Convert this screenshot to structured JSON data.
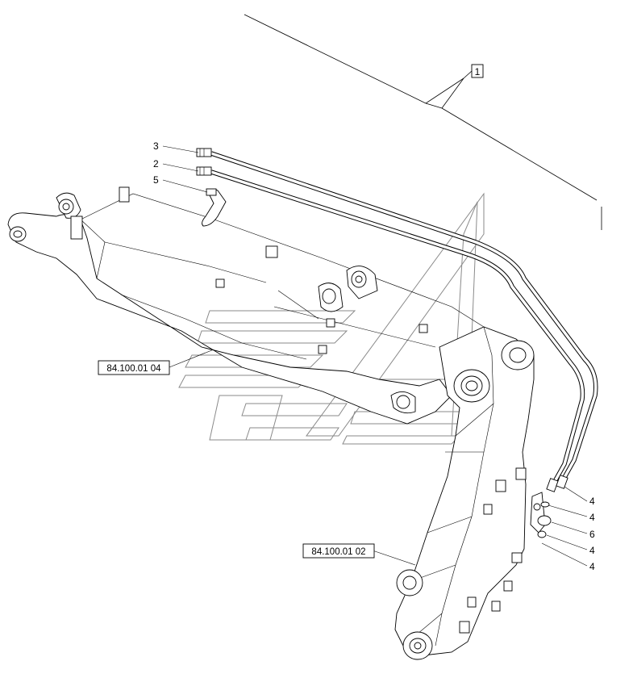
{
  "callouts": {
    "assembly": "1",
    "tube_upper": "3",
    "tube_lower": "2",
    "clamp": "5",
    "seal_a": "4",
    "seal_b": "4",
    "bracket": "6",
    "seal_c": "4",
    "seal_d": "4"
  },
  "references": {
    "arm_ref": "84.100.01 04",
    "boom_ref": "84.100.01 02"
  },
  "colors": {
    "line": "#000000",
    "watermark": "#8a8a8a",
    "background": "#ffffff"
  }
}
